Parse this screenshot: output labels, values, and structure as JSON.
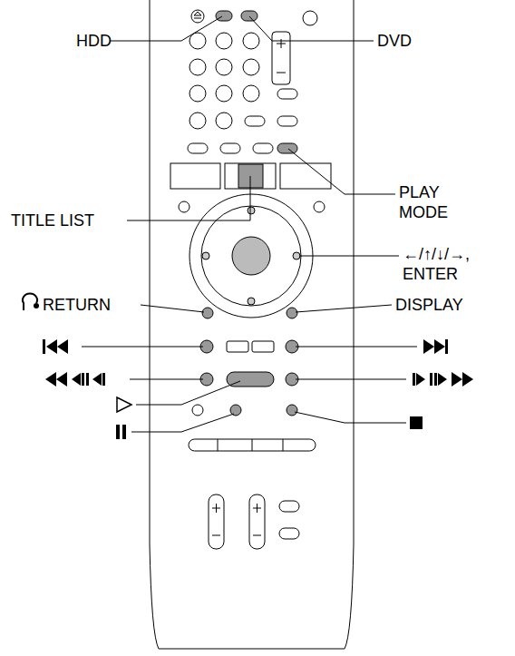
{
  "diagram": {
    "labels": [
      "HDD",
      "DVD",
      "PLAY MODE",
      "TITLE LIST",
      "←/↑/↓/→, ENTER",
      "RETURN",
      "DISPLAY"
    ]
  }
}
